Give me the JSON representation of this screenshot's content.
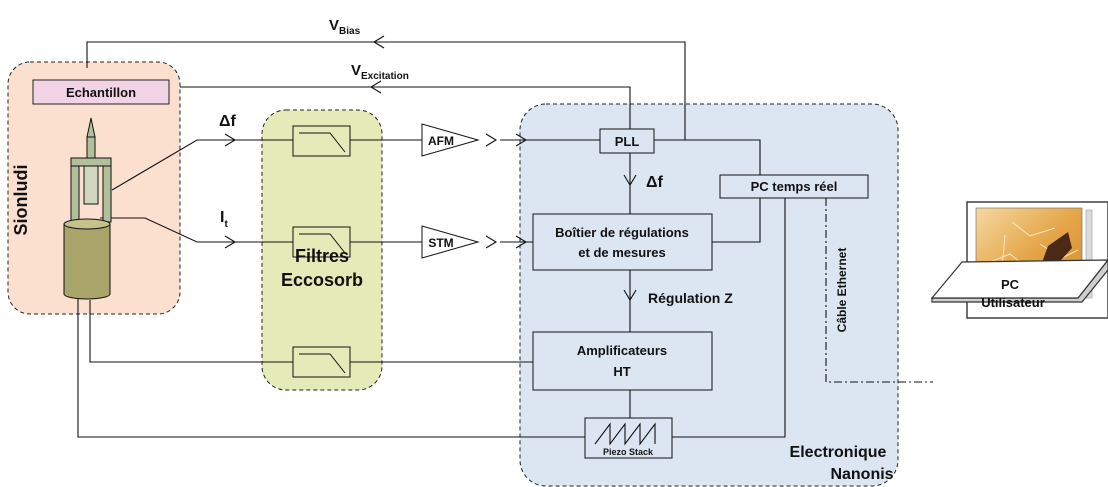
{
  "labels": {
    "v_bias_main": "V",
    "v_bias_sub": "Bias",
    "v_exc_main": "V",
    "v_exc_sub": "Excitation",
    "echantillon": "Echantillon",
    "sionludi": "Sionludi",
    "delta_f_left": "Δf",
    "it_main": "I",
    "it_sub": "t",
    "filtres_line1": "Filtres",
    "filtres_line2": "Eccosorb",
    "afm": "AFM",
    "stm": "STM",
    "pll": "PLL",
    "delta_f_mid": "Δf",
    "pc_temps_reel": "PC temps réel",
    "boitier_line1": "Boîtier de régulations",
    "boitier_line2": "et de mesures",
    "regulation_z": "Régulation Z",
    "ampli_line1": "Amplificateurs",
    "ampli_line2": "HT",
    "piezo_stack": "Piezo Stack",
    "electronique_line1": "Electronique",
    "electronique_line2": "Nanonis",
    "cable_ethernet": "Câble Ethernet",
    "pc_utilisateur_line1": "PC",
    "pc_utilisateur_line2": "Utilisateur"
  },
  "colors": {
    "sionludi_fill": "#fbe0d0",
    "echantillon_fill": "#f2d4e6",
    "filtres_fill": "#e4eab8",
    "nanonis_fill": "#dce6f3",
    "cylinder_fill": "#a8a46a",
    "tip_fill": "#b2bf9b"
  }
}
